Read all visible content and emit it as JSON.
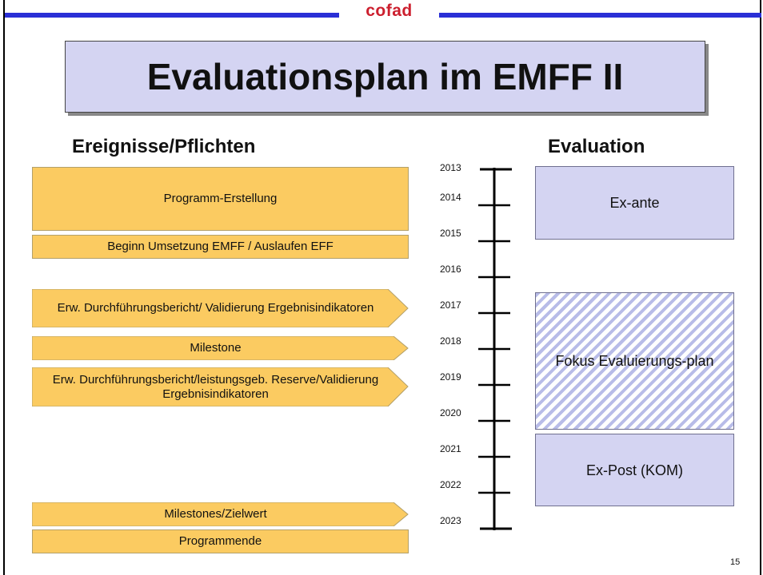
{
  "header": {
    "logo_text": "cofad",
    "brand_color": "#cc1f2e",
    "bar_color": "#2a2fd6"
  },
  "title": "Evaluationsplan im EMFF II",
  "columns": {
    "left_heading": "Ereignisse/Pflichten",
    "right_heading": "Evaluation"
  },
  "timeline": {
    "years": [
      "2013",
      "2014",
      "2015",
      "2016",
      "2017",
      "2018",
      "2019",
      "2020",
      "2021",
      "2022",
      "2023"
    ]
  },
  "events": [
    {
      "label": "Programm-Erstellung",
      "shape": "rectangle"
    },
    {
      "label": "Beginn Umsetzung EMFF / Auslaufen EFF",
      "shape": "rectangle"
    },
    {
      "label": "Erw. Durchführungsbericht/ Validierung Ergebnisindikatoren",
      "shape": "arrow"
    },
    {
      "label": "Milestone",
      "shape": "arrow"
    },
    {
      "label": "Erw. Durchführungsbericht/leistungsgeb. Reserve/Validierung Ergebnisindikatoren",
      "shape": "arrow"
    },
    {
      "label": "Milestones/Zielwert",
      "shape": "arrow"
    },
    {
      "label": "Programmende",
      "shape": "rectangle"
    }
  ],
  "evaluations": [
    {
      "label": "Ex-ante",
      "fill": "solid"
    },
    {
      "label": "Fokus Evaluierungs-plan",
      "fill": "striped"
    },
    {
      "label": "Ex-Post (KOM)",
      "fill": "solid"
    }
  ],
  "colors": {
    "event_fill": "#fbcb61",
    "eval_fill": "#d4d4f2",
    "stripe": "#b8bce8"
  },
  "footer": {
    "page_number": "15"
  }
}
